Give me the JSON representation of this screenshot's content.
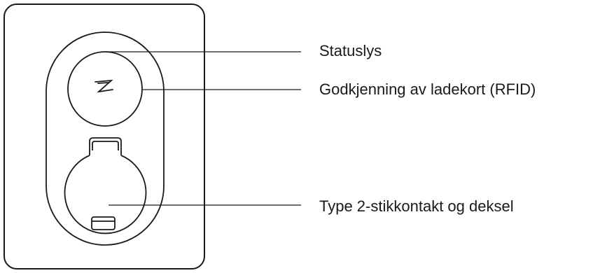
{
  "labels": {
    "status_light": "Statuslys",
    "rfid": "Godkjenning av ladekort (RFID)",
    "socket": "Type 2-stikkontakt og deksel"
  },
  "logo_glyph": "Z",
  "colors": {
    "stroke": "#1a1a1a",
    "background": "#ffffff"
  }
}
